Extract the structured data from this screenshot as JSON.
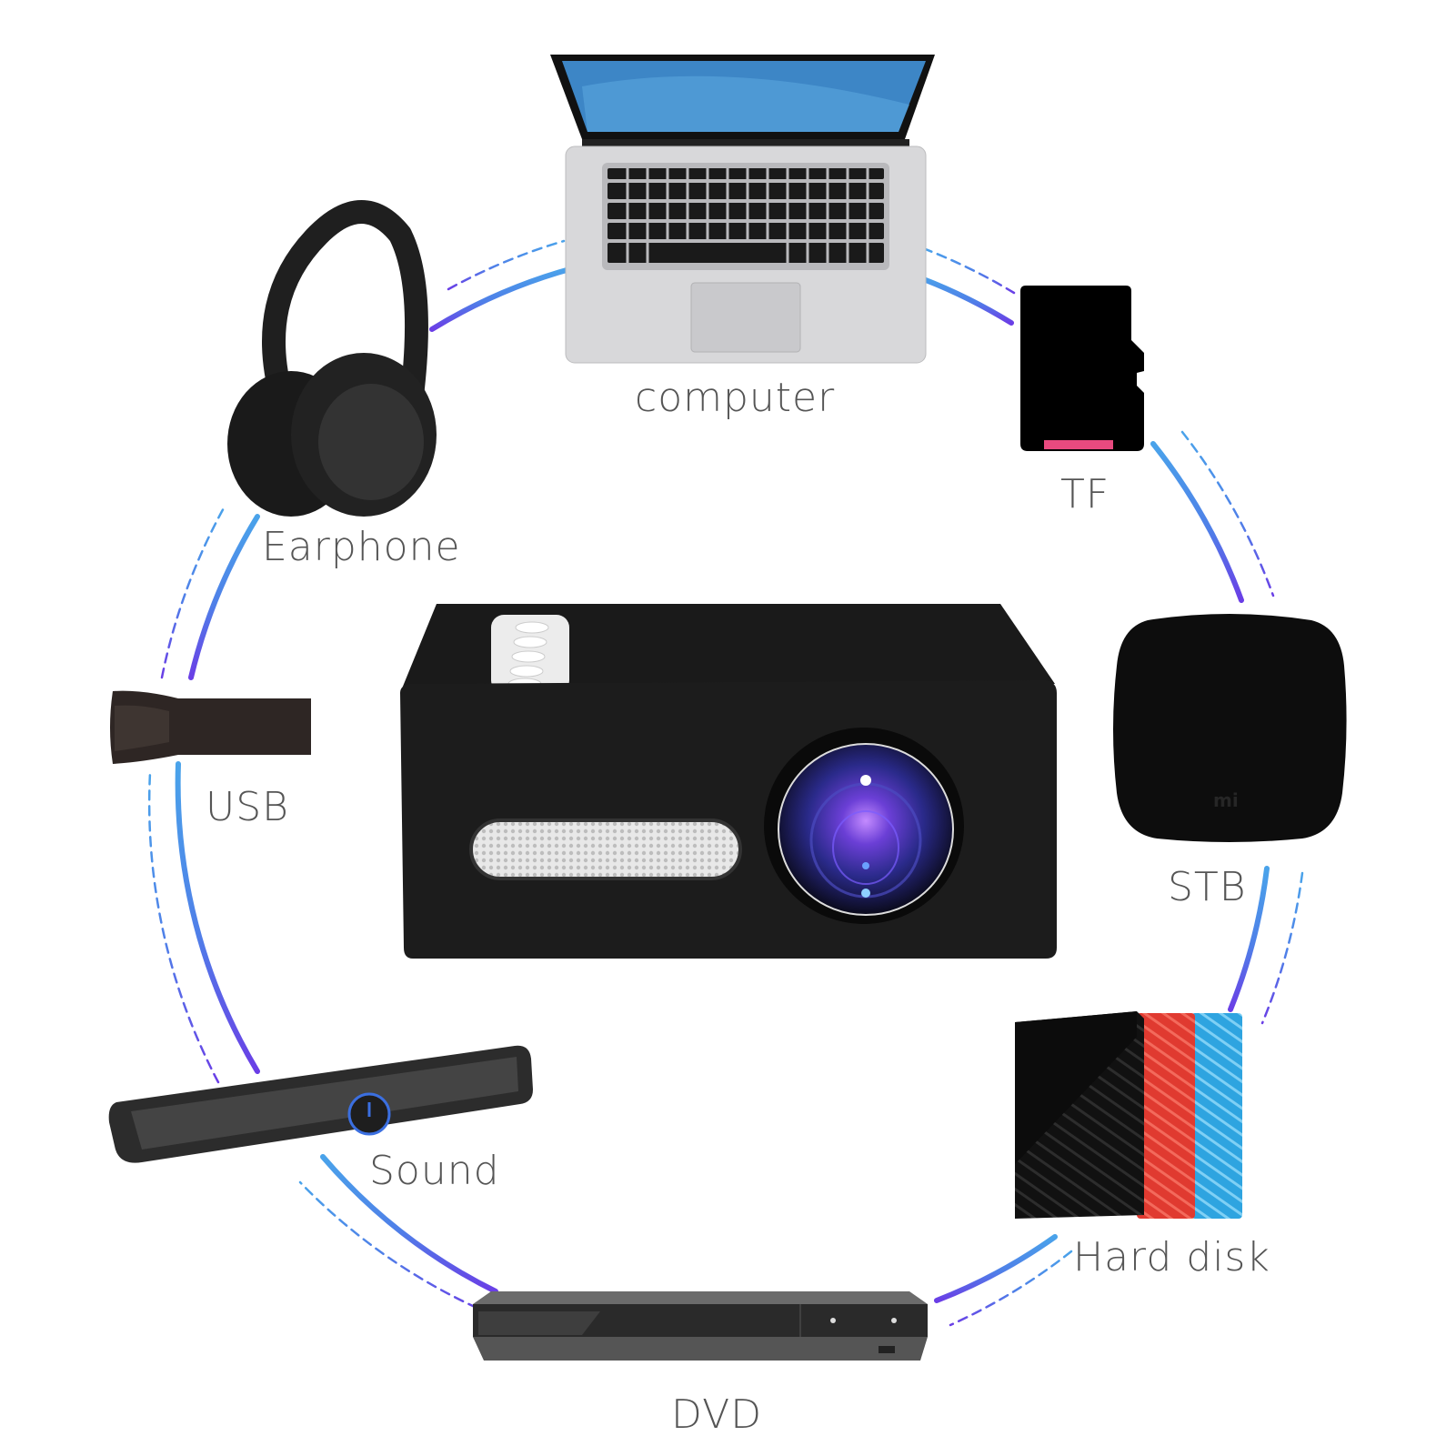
{
  "diagram": {
    "title": "Projector connectivity",
    "center_device": "mini-projector",
    "colors": {
      "arc_top": "#4aa3ea",
      "arc_bottom": "#6a3ee6",
      "label": "#555555",
      "projector_body": "#1c1c1c",
      "tf_contact": "#e84a7f",
      "hdd_black": "#111111",
      "hdd_red": "#e03a30",
      "hdd_blue": "#2ea4e0"
    },
    "nodes": [
      {
        "id": "computer",
        "label": "computer"
      },
      {
        "id": "tf",
        "label": "TF"
      },
      {
        "id": "stb",
        "label": "STB",
        "brand_mark": "mi"
      },
      {
        "id": "hard-disk",
        "label": "Hard disk"
      },
      {
        "id": "dvd",
        "label": "DVD"
      },
      {
        "id": "sound",
        "label": "Sound"
      },
      {
        "id": "usb",
        "label": "USB"
      },
      {
        "id": "earphone",
        "label": "Earphone"
      }
    ]
  }
}
